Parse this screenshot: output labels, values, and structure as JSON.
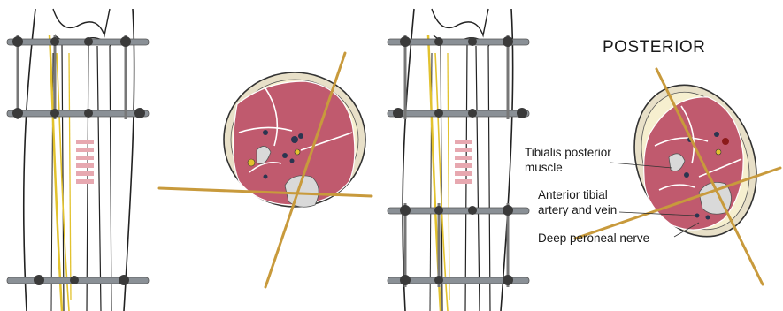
{
  "labels": {
    "posterior": "POSTERIOR",
    "tibialis_line1": "Tibialis posterior",
    "tibialis_line2": "muscle",
    "artery_line1": "Anterior tibial",
    "artery_line2": "artery and vein",
    "nerve": "Deep peroneal nerve"
  },
  "colors": {
    "muscle": "#c05a6e",
    "bone": "#d9d9d9",
    "fat": "#f6efcf",
    "skin": "#e8e0c8",
    "nerve": "#e2c22e",
    "wire": "#c89a3c",
    "rod": "#8a9096",
    "vessel_dark": "#2a3550"
  },
  "icons": [
    "ring-fixator-frame",
    "cross-section-leg",
    "transfixion-wire"
  ]
}
